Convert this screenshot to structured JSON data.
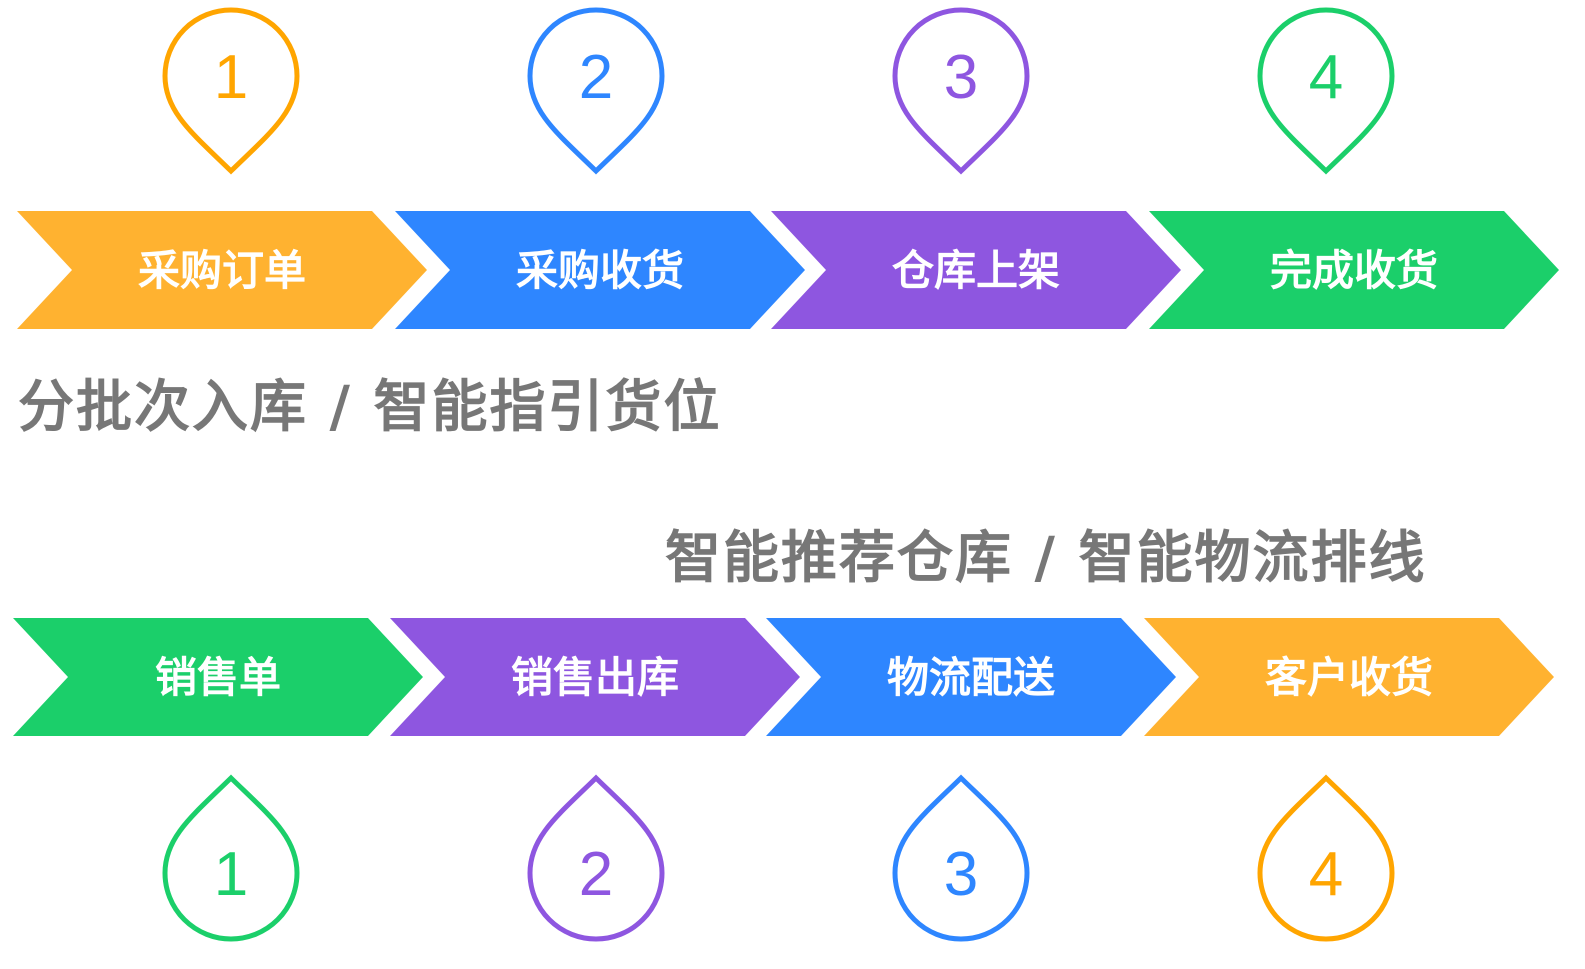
{
  "inbound": {
    "steps": [
      {
        "num": "1",
        "label": "采购订单",
        "color": "#FFB230",
        "pin_color": "#FFA500"
      },
      {
        "num": "2",
        "label": "采购收货",
        "color": "#2E86FF",
        "pin_color": "#2E86FF"
      },
      {
        "num": "3",
        "label": "仓库上架",
        "color": "#8E56E0",
        "pin_color": "#8E56E0"
      },
      {
        "num": "4",
        "label": "完成收货",
        "color": "#1BCF6A",
        "pin_color": "#1BCF6A"
      }
    ],
    "caption": "分批次入库 / 智能指引货位"
  },
  "outbound": {
    "caption": "智能推荐仓库 / 智能物流排线",
    "steps": [
      {
        "num": "1",
        "label": "销售单",
        "color": "#1BCF6A",
        "pin_color": "#1BCF6A"
      },
      {
        "num": "2",
        "label": "销售出库",
        "color": "#8E56E0",
        "pin_color": "#8E56E0"
      },
      {
        "num": "3",
        "label": "物流配送",
        "color": "#2E86FF",
        "pin_color": "#2E86FF"
      },
      {
        "num": "4",
        "label": "客户收货",
        "color": "#FFB230",
        "pin_color": "#FFA500"
      }
    ]
  }
}
